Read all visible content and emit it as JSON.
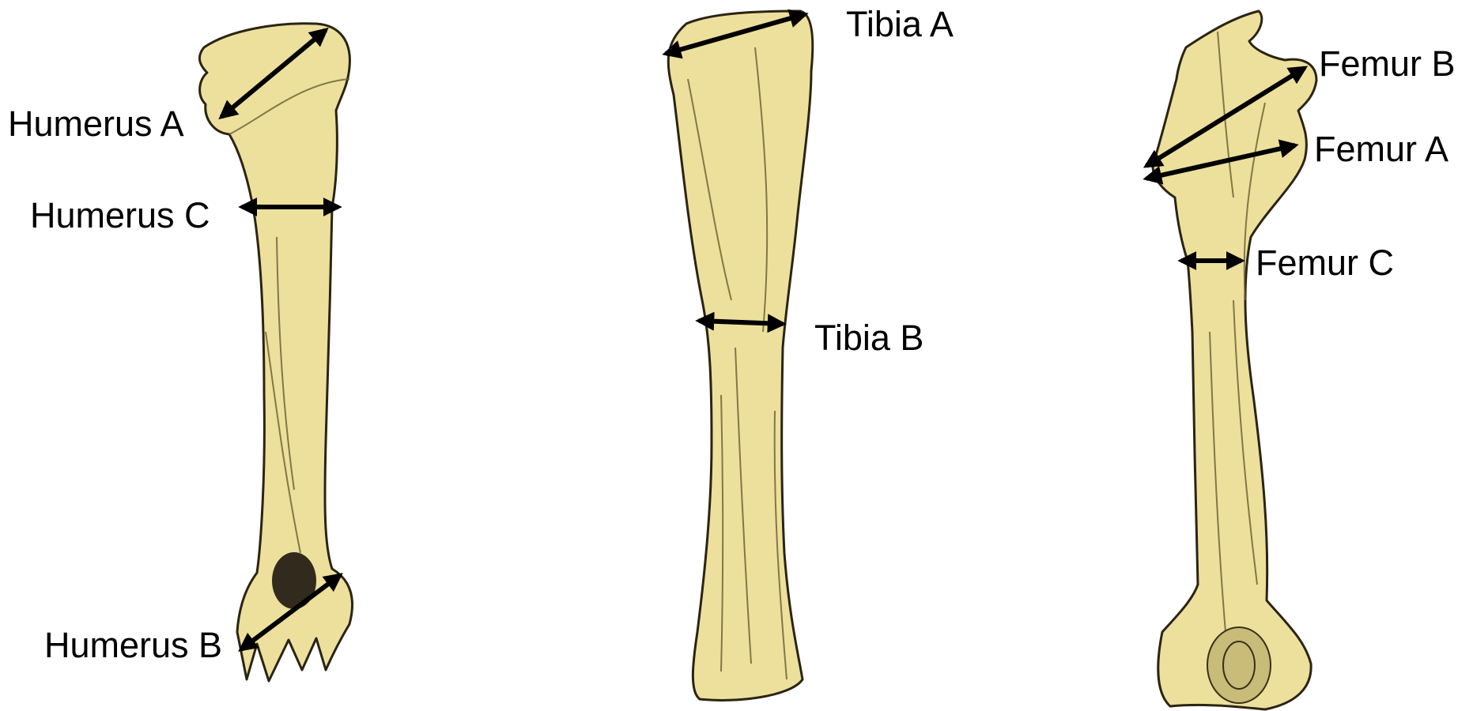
{
  "colors": {
    "background": "#ffffff",
    "bone_fill": "#ece09c",
    "bone_outline": "#2b2414",
    "arrow": "#000000",
    "label_text": "#000000"
  },
  "labels": {
    "humerus_a": "Humerus A",
    "humerus_b": "Humerus B",
    "humerus_c": "Humerus C",
    "tibia_a": "Tibia A",
    "tibia_b": "Tibia B",
    "femur_a": "Femur A",
    "femur_b": "Femur B",
    "femur_c": "Femur C"
  }
}
